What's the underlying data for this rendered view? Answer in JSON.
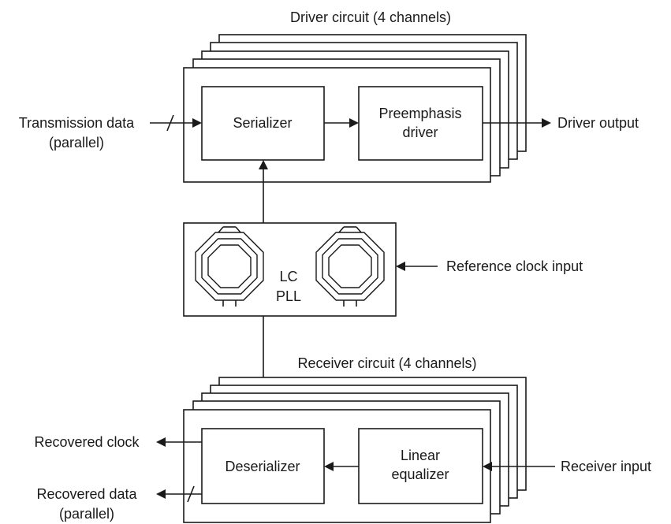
{
  "driver": {
    "title": "Driver circuit (4 channels)",
    "serializer": "Serializer",
    "preemphasis_line1": "Preemphasis",
    "preemphasis_line2": "driver",
    "output": "Driver output",
    "input_line1": "Transmission data",
    "input_line2": "(parallel)"
  },
  "pll": {
    "line1": "LC",
    "line2": "PLL",
    "reference": "Reference clock input"
  },
  "receiver": {
    "title": "Receiver circuit (4 channels)",
    "deserializer": "Deserializer",
    "equalizer_line1": "Linear",
    "equalizer_line2": "equalizer",
    "input": "Receiver input",
    "recovered_clock": "Recovered clock",
    "recovered_data_line1": "Recovered data",
    "recovered_data_line2": "(parallel)"
  }
}
